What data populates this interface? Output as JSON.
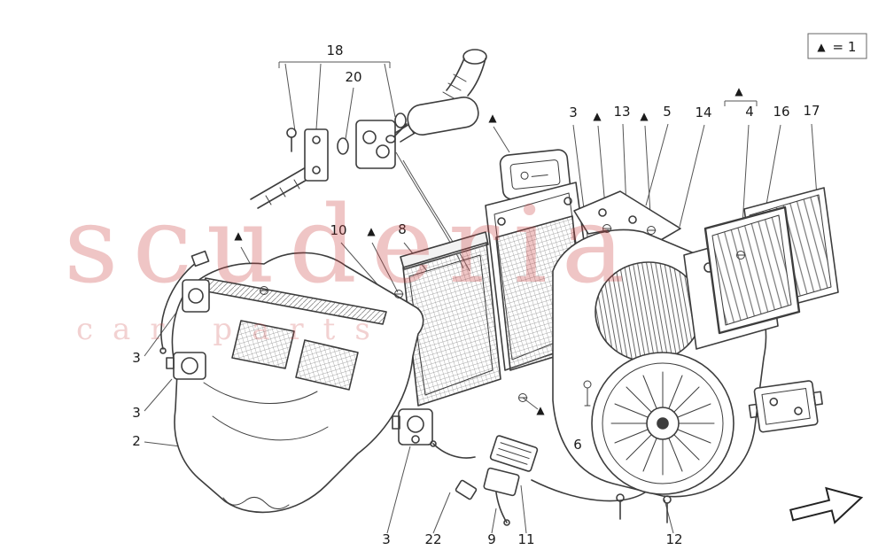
{
  "colors": {
    "background": "#ffffff",
    "line": "#3d3d3d",
    "watermark": "#c93e3e"
  },
  "legend": {
    "marker_glyph": "▲",
    "equals_text": "= 1"
  },
  "watermark": {
    "line1": "scuderia",
    "line2": "car parts"
  },
  "icons": {
    "fastener_marker": "triangle-up-icon",
    "direction_arrow": "outline-right-arrow-icon"
  },
  "callouts": [
    {
      "label": "18"
    },
    {
      "label": "20"
    },
    {
      "label": "3"
    },
    {
      "label": "13"
    },
    {
      "label": "5"
    },
    {
      "label": "14"
    },
    {
      "label": "4"
    },
    {
      "label": "16"
    },
    {
      "label": "17"
    },
    {
      "label": "10"
    },
    {
      "label": "8"
    },
    {
      "label": "3"
    },
    {
      "label": "3"
    },
    {
      "label": "2"
    },
    {
      "label": "6"
    },
    {
      "label": "3"
    },
    {
      "label": "22"
    },
    {
      "label": "9"
    },
    {
      "label": "11"
    },
    {
      "label": "12"
    }
  ]
}
